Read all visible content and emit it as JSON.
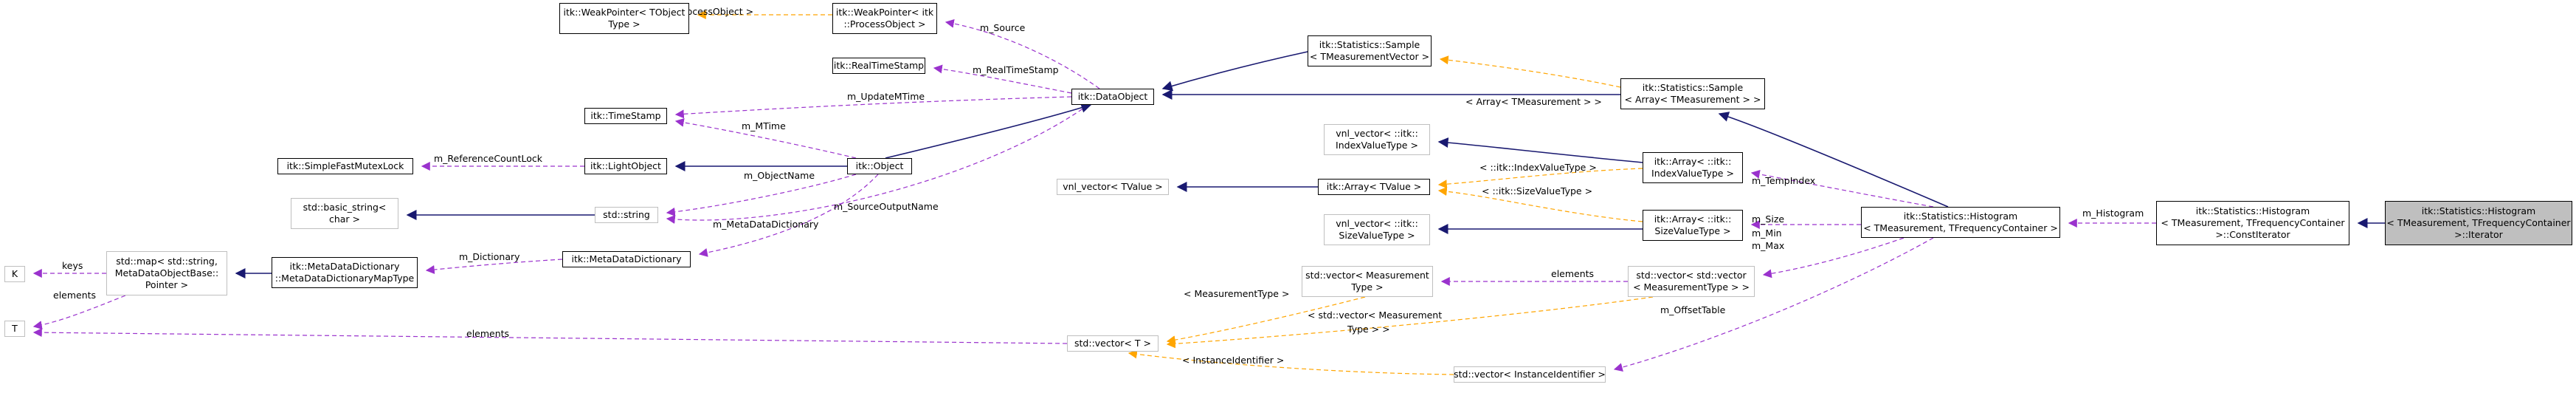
{
  "colors": {
    "inherit": "#191970",
    "member": "#9a32cd",
    "template": "#ffa500",
    "focus_fill": "#bfbfbf",
    "undocumented_border": "#bfbfbf"
  },
  "nodes": {
    "wp_tobject": [
      "itk::WeakPointer< TObject",
      "Type >"
    ],
    "wp_process": [
      "itk::WeakPointer< itk",
      "::ProcessObject >"
    ],
    "realtimestamp": [
      "itk::RealTimeStamp"
    ],
    "timestamp": [
      "itk::TimeStamp"
    ],
    "fastmutex": [
      "itk::SimpleFastMutexLock"
    ],
    "lightobject": [
      "itk::LightObject"
    ],
    "object": [
      "itk::Object"
    ],
    "dataobject": [
      "itk::DataObject"
    ],
    "basic_string": [
      "std::basic_string<",
      "char >"
    ],
    "std_string": [
      "std::string"
    ],
    "k": [
      "K"
    ],
    "t": [
      "T"
    ],
    "std_map": [
      "std::map< std::string,",
      "MetaDataObjectBase::",
      "Pointer >"
    ],
    "mdd_maptype": [
      "itk::MetaDataDictionary",
      "::MetaDataDictionaryMapType"
    ],
    "mdd": [
      "itk::MetaDataDictionary"
    ],
    "sample_tvector": [
      "itk::Statistics::Sample",
      "< TMeasurementVector >"
    ],
    "sample_array": [
      "itk::Statistics::Sample",
      "< Array< TMeasurement > >"
    ],
    "vnl_index": [
      "vnl_vector< ::itk::",
      "IndexValueType >"
    ],
    "vnl_tvalue": [
      "vnl_vector< TValue >"
    ],
    "array_tvalue": [
      "itk::Array< TValue >"
    ],
    "vnl_size": [
      "vnl_vector< ::itk::",
      "SizeValueType >"
    ],
    "array_index": [
      "itk::Array< ::itk::",
      "IndexValueType >"
    ],
    "array_size": [
      "itk::Array< ::itk::",
      "SizeValueType >"
    ],
    "vec_measurement": [
      "std::vector< Measurement",
      "Type >"
    ],
    "vec_vec": [
      "std::vector< std::vector",
      "< MeasurementType > >"
    ],
    "vec_t": [
      "std::vector< T >"
    ],
    "vec_instance": [
      "std::vector< InstanceIdentifier >"
    ],
    "histogram": [
      "itk::Statistics::Histogram",
      "< TMeasurement, TFrequencyContainer >"
    ],
    "const_iterator": [
      "itk::Statistics::Histogram",
      "< TMeasurement, TFrequencyContainer",
      ">::ConstIterator"
    ],
    "iterator": [
      "itk::Statistics::Histogram",
      "< TMeasurement, TFrequencyContainer",
      ">::Iterator"
    ]
  },
  "edge_labels": {
    "process_object": "< itk::ProcessObject >",
    "m_source": "m_Source",
    "m_realtimestamp": "m_RealTimeStamp",
    "m_updatemtime": "m_UpdateMTime",
    "m_mtime": "m_MTime",
    "m_referencecountlock": "m_ReferenceCountLock",
    "m_objectname": "m_ObjectName",
    "m_metadatadictionary": "m_MetaDataDictionary",
    "m_sourceoutputname": "m_SourceOutputName",
    "m_dictionary": "m_Dictionary",
    "keys": "keys",
    "elements_t": "elements",
    "elements_vec_t": "elements",
    "array_tmeasurement": "< Array< TMeasurement > >",
    "index_value_type": "< ::itk::IndexValueType >",
    "size_value_type": "< ::itk::SizeValueType >",
    "m_tempindex": "m_TempIndex",
    "m_size": "m_Size",
    "m_min": "m_Min",
    "m_max": "m_Max",
    "elements_measurement": "elements",
    "measurement_type": "< MeasurementType >",
    "vec_measurement_type_1": "< std::vector< Measurement",
    "vec_measurement_type_2": "Type > >",
    "instance_identifier": "< InstanceIdentifier >",
    "m_offsettable": "m_OffsetTable",
    "m_histogram": "m_Histogram"
  }
}
